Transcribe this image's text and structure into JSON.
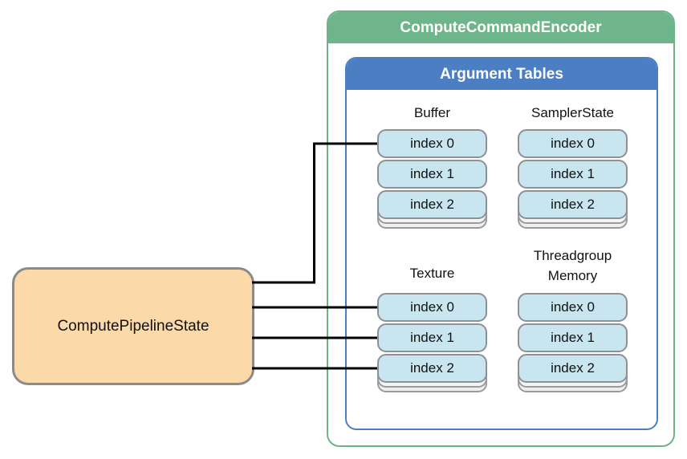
{
  "encoder": {
    "title": "ComputeCommandEncoder"
  },
  "argument_tables": {
    "title": "Argument Tables"
  },
  "pipeline": {
    "label": "ComputePipelineState"
  },
  "tables": {
    "buffer": {
      "title": "Buffer",
      "slots": [
        "index 0",
        "index 1",
        "index 2"
      ]
    },
    "sampler_state": {
      "title": "SamplerState",
      "slots": [
        "index 0",
        "index 1",
        "index 2"
      ]
    },
    "texture": {
      "title": "Texture",
      "slots": [
        "index 0",
        "index 1",
        "index 2"
      ]
    },
    "threadgroup_memory": {
      "title_line1": "Threadgroup",
      "title_line2": "Memory",
      "slots": [
        "index 0",
        "index 1",
        "index 2"
      ]
    }
  },
  "colors": {
    "encoder_green": "#6FB58C",
    "tables_blue": "#4C7EC3",
    "slot_fill": "#C9E5F0",
    "slot_border": "#8E9093",
    "pipeline_fill": "#FBD9A9",
    "pipeline_border": "#8B8B8B",
    "connector": "#000000",
    "header_text": "#FFFFFF",
    "body_text": "#111111"
  }
}
